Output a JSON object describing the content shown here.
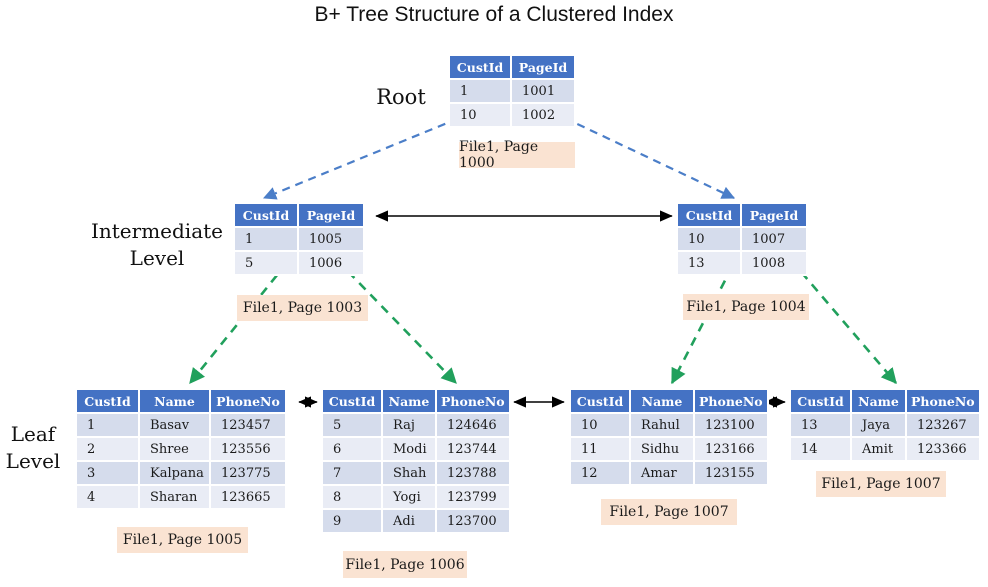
{
  "title": "B+ Tree Structure of a Clustered Index",
  "level_labels": {
    "root": "Root",
    "intermediate_line1": "Intermediate",
    "intermediate_line2": "Level",
    "leaf_line1": "Leaf",
    "leaf_line2": "Level"
  },
  "colors": {
    "table_header": "#4472c4",
    "row_dark": "#d5dcec",
    "row_light": "#e9ecf5",
    "page_label_bg": "#fae3d2",
    "arrow_blue": "#4b7ec8",
    "arrow_green": "#21a05c",
    "arrow_black": "#000000"
  },
  "tables": {
    "root": {
      "columns": [
        "CustId",
        "PageId"
      ],
      "rows": [
        [
          "1",
          "1001"
        ],
        [
          "10",
          "1002"
        ]
      ],
      "label": "File1, Page 1000"
    },
    "int_left": {
      "columns": [
        "CustId",
        "PageId"
      ],
      "rows": [
        [
          "1",
          "1005"
        ],
        [
          "5",
          "1006"
        ]
      ],
      "label": "File1, Page 1003"
    },
    "int_right": {
      "columns": [
        "CustId",
        "PageId"
      ],
      "rows": [
        [
          "10",
          "1007"
        ],
        [
          "13",
          "1008"
        ]
      ],
      "label": "File1, Page 1004"
    },
    "leaf1": {
      "columns": [
        "CustId",
        "Name",
        "PhoneNo"
      ],
      "rows": [
        [
          "1",
          "Basav",
          "123457"
        ],
        [
          "2",
          "Shree",
          "123556"
        ],
        [
          "3",
          "Kalpana",
          "123775"
        ],
        [
          "4",
          "Sharan",
          "123665"
        ]
      ],
      "label": "File1, Page 1005"
    },
    "leaf2": {
      "columns": [
        "CustId",
        "Name",
        "PhoneNo"
      ],
      "rows": [
        [
          "5",
          "Raj",
          "124646"
        ],
        [
          "6",
          "Modi",
          "123744"
        ],
        [
          "7",
          "Shah",
          "123788"
        ],
        [
          "8",
          "Yogi",
          "123799"
        ],
        [
          "9",
          "Adi",
          "123700"
        ]
      ],
      "label": "File1, Page 1006"
    },
    "leaf3": {
      "columns": [
        "CustId",
        "Name",
        "PhoneNo"
      ],
      "rows": [
        [
          "10",
          "Rahul",
          "123100"
        ],
        [
          "11",
          "Sidhu",
          "123166"
        ],
        [
          "12",
          "Amar",
          "123155"
        ]
      ],
      "label": "File1, Page 1007"
    },
    "leaf4": {
      "columns": [
        "CustId",
        "Name",
        "PhoneNo"
      ],
      "rows": [
        [
          "13",
          "Jaya",
          "123267"
        ],
        [
          "14",
          "Amit",
          "123366"
        ]
      ],
      "label": "File1, Page 1007"
    }
  }
}
